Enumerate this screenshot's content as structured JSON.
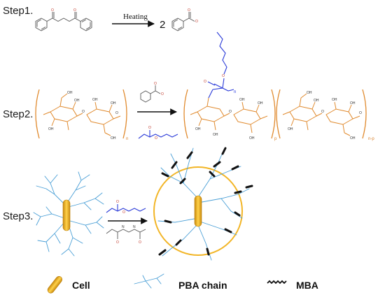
{
  "steps": {
    "step1_label": "Step1.",
    "step2_label": "Step2.",
    "step3_label": "Step3."
  },
  "step1": {
    "condition": "Heating",
    "coefficient": "2"
  },
  "step2": {
    "subscript_n": "n",
    "subscript_p": "p",
    "subscript_np": "n-p"
  },
  "legend": {
    "cell": "Cell",
    "pba_chain": "PBA chain",
    "mba": "MBA"
  },
  "colors": {
    "cellulose": "#e08a2e",
    "acrylate": "#2b3bd8",
    "pba_chain": "#4a9fd6",
    "cell": "#f2b526",
    "mba": "#111111"
  }
}
